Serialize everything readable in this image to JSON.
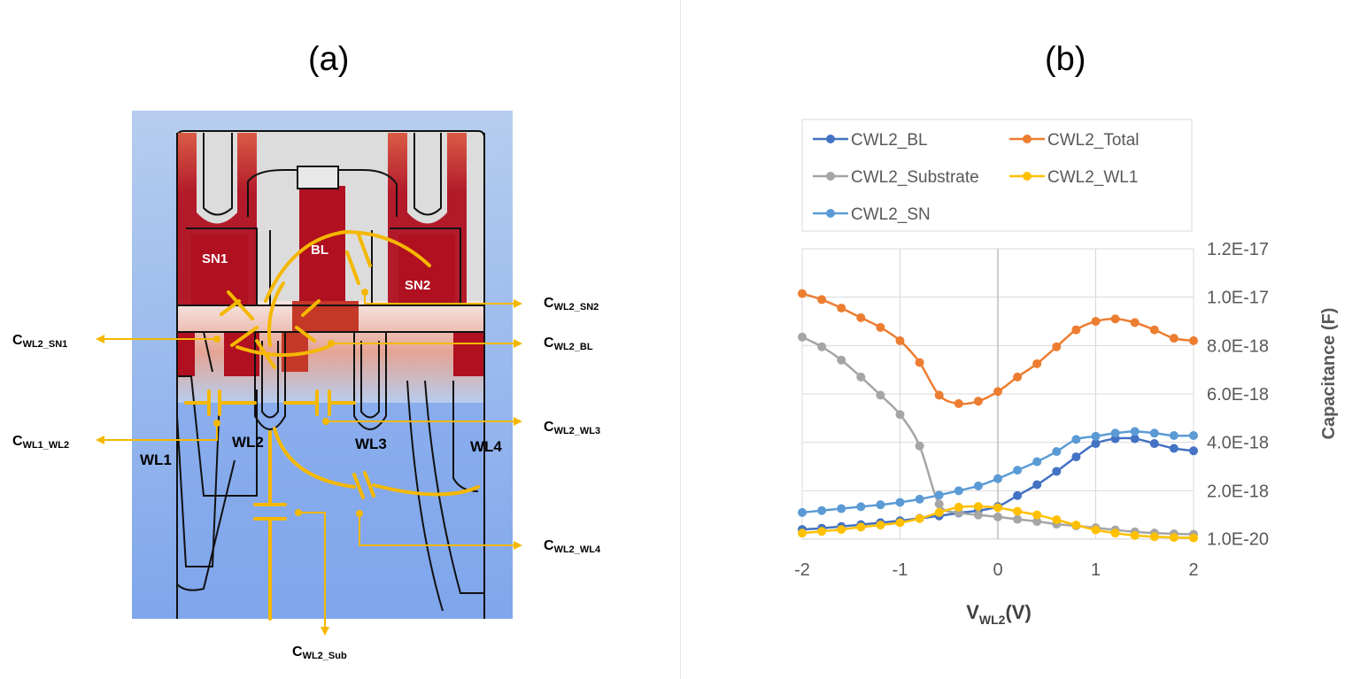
{
  "panels": {
    "a": "(a)",
    "b": "(b)"
  },
  "diagram": {
    "nodes": [
      "SN1",
      "BL",
      "SN2"
    ],
    "wordlines": [
      "WL1",
      "WL2",
      "WL3",
      "WL4"
    ],
    "capacitances": [
      {
        "base": "C",
        "sub": "WL2_SN1"
      },
      {
        "base": "C",
        "sub": "WL1_WL2"
      },
      {
        "base": "C",
        "sub": "WL2_SN2"
      },
      {
        "base": "C",
        "sub": "WL2_BL"
      },
      {
        "base": "C",
        "sub": "WL2_WL3"
      },
      {
        "base": "C",
        "sub": "WL2_WL4"
      },
      {
        "base": "C",
        "sub": "WL2_Sub"
      }
    ]
  },
  "chart_data": {
    "type": "line",
    "x": [
      -2,
      -1.8,
      -1.6,
      -1.4,
      -1.2,
      -1,
      -0.8,
      -0.6,
      -0.4,
      -0.2,
      0,
      0.2,
      0.4,
      0.6,
      0.8,
      1,
      1.2,
      1.4,
      1.6,
      1.8,
      2
    ],
    "series": [
      {
        "name": "CWL2_BL",
        "color": "#4472C4",
        "values": [
          4e-19,
          4.5e-19,
          5.2e-19,
          6e-19,
          6.8e-19,
          7.6e-19,
          8.6e-19,
          9.6e-19,
          1.08e-18,
          1.18e-18,
          1.35e-18,
          1.8e-18,
          2.25e-18,
          2.8e-18,
          3.4e-18,
          3.95e-18,
          4.15e-18,
          4.15e-18,
          3.95e-18,
          3.75e-18,
          3.65e-18
        ]
      },
      {
        "name": "CWL2_Total",
        "color": "#ED7D31",
        "values": [
          1.015e-17,
          9.9e-18,
          9.55e-18,
          9.15e-18,
          8.75e-18,
          8.2e-18,
          7.3e-18,
          5.95e-18,
          5.6e-18,
          5.7e-18,
          6.1e-18,
          6.7e-18,
          7.25e-18,
          7.95e-18,
          8.65e-18,
          9e-18,
          9.1e-18,
          8.95e-18,
          8.65e-18,
          8.3e-18,
          8.2e-18
        ]
      },
      {
        "name": "CWL2_Substrate",
        "color": "#A5A5A5",
        "values": [
          8.35e-18,
          7.95e-18,
          7.4e-18,
          6.7e-18,
          5.95e-18,
          5.15e-18,
          3.85e-18,
          1.45e-18,
          1.1e-18,
          1e-18,
          9.2e-19,
          8.2e-19,
          7.3e-19,
          6.2e-19,
          5.5e-19,
          4.7e-19,
          3.8e-19,
          3e-19,
          2.5e-19,
          2.2e-19,
          2e-19
        ]
      },
      {
        "name": "CWL2_WL1",
        "color": "#FFC000",
        "values": [
          2.5e-19,
          3.2e-19,
          4e-19,
          5e-19,
          5.8e-19,
          6.8e-19,
          8.5e-19,
          1.1e-18,
          1.32e-18,
          1.35e-18,
          1.3e-18,
          1.15e-18,
          1e-18,
          8e-19,
          5.8e-19,
          3.8e-19,
          2.5e-19,
          1.5e-19,
          1e-19,
          7e-20,
          5e-20
        ]
      },
      {
        "name": "CWL2_SN",
        "color": "#5B9BD5",
        "values": [
          1.1e-18,
          1.18e-18,
          1.26e-18,
          1.34e-18,
          1.42e-18,
          1.52e-18,
          1.65e-18,
          1.82e-18,
          2e-18,
          2.2e-18,
          2.5e-18,
          2.85e-18,
          3.2e-18,
          3.62e-18,
          4.12e-18,
          4.25e-18,
          4.38e-18,
          4.45e-18,
          4.38e-18,
          4.28e-18,
          4.28e-18
        ]
      }
    ],
    "xticks": [
      "-2",
      "-1",
      "0",
      "1",
      "2"
    ],
    "yticks": [
      "1.0E-20",
      "2.0E-18",
      "4.0E-18",
      "6.0E-18",
      "8.0E-18",
      "1.0E-17",
      "1.2E-17"
    ],
    "xlim": [
      -2,
      2
    ],
    "ylim": [
      0,
      1.2e-17
    ],
    "xlabel": {
      "base": "V",
      "sub": "WL2",
      "suffix": "(V)"
    },
    "ylabel": "Capacitance (F)",
    "legend_position": "top",
    "grid": true
  }
}
